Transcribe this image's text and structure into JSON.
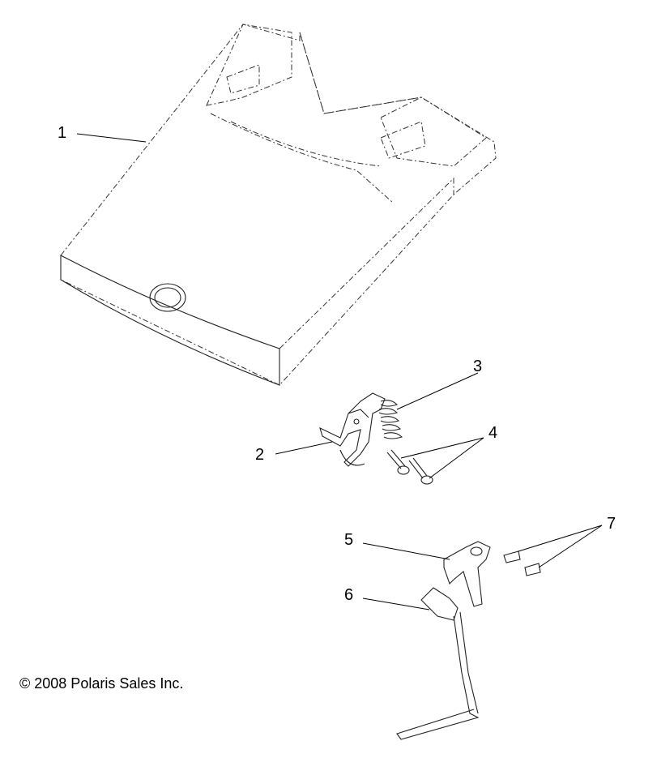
{
  "callouts": [
    {
      "id": "1",
      "label": "1"
    },
    {
      "id": "2",
      "label": "2"
    },
    {
      "id": "3",
      "label": "3"
    },
    {
      "id": "4",
      "label": "4"
    },
    {
      "id": "5",
      "label": "5"
    },
    {
      "id": "6",
      "label": "6"
    },
    {
      "id": "7",
      "label": "7"
    }
  ],
  "copyright": "© 2008 Polaris Sales Inc."
}
